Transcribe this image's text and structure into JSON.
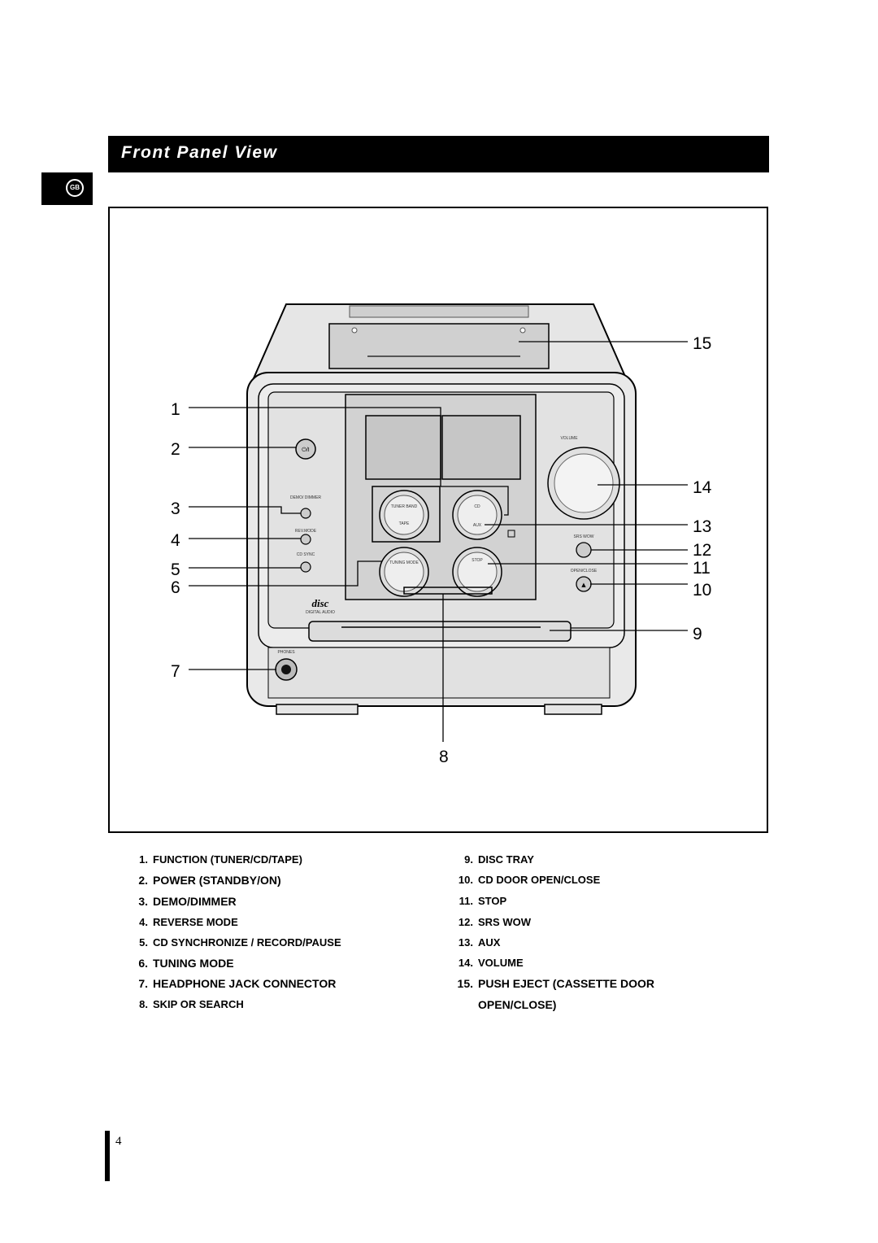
{
  "header": {
    "title": "Front Panel View",
    "lang_tab": "GB"
  },
  "diagram": {
    "device_labels": {
      "volume": "VOLUME",
      "demo_dimmer": "DEMO/ DIMMER",
      "rev_mode": "REV.MODE",
      "cd_sync": "CD SYNC",
      "srs_wow": "SRS WOW",
      "open_close": "OPEN/CLOSE",
      "phones": "PHONES",
      "tuner_band": "TUNER BAND",
      "tape": "TAPE",
      "cd": "CD",
      "aux": "AUX",
      "tuning_mode": "TUNING MODE",
      "stop": "STOP",
      "disc_logo": "disc",
      "digital_audio": "DIGITAL AUDIO"
    },
    "callouts": [
      "1",
      "2",
      "3",
      "4",
      "5",
      "6",
      "7",
      "8",
      "9",
      "10",
      "11",
      "12",
      "13",
      "14",
      "15"
    ]
  },
  "legend": {
    "left": [
      {
        "num": "1.",
        "text": "FUNCTION (TUNER/CD/TAPE)"
      },
      {
        "num": "2.",
        "text": "POWER (STANDBY/ON)"
      },
      {
        "num": "3.",
        "text": "DEMO/DIMMER"
      },
      {
        "num": "4.",
        "text": "REVERSE MODE"
      },
      {
        "num": "5.",
        "text": "CD SYNCHRONIZE / RECORD/PAUSE"
      },
      {
        "num": "6.",
        "text": "TUNING MODE"
      },
      {
        "num": "7.",
        "text": "HEADPHONE JACK CONNECTOR"
      },
      {
        "num": "8.",
        "text": "SKIP OR SEARCH"
      }
    ],
    "right": [
      {
        "num": "9.",
        "text": "DISC TRAY"
      },
      {
        "num": "10.",
        "text": "CD DOOR OPEN/CLOSE"
      },
      {
        "num": "11.",
        "text": "STOP"
      },
      {
        "num": "12.",
        "text": "SRS WOW"
      },
      {
        "num": "13.",
        "text": "AUX"
      },
      {
        "num": "14.",
        "text": "VOLUME"
      },
      {
        "num": "15.",
        "text": "PUSH EJECT (CASSETTE DOOR"
      },
      {
        "num": "",
        "text": "OPEN/CLOSE)"
      }
    ]
  },
  "footer": {
    "page_number": "4"
  }
}
